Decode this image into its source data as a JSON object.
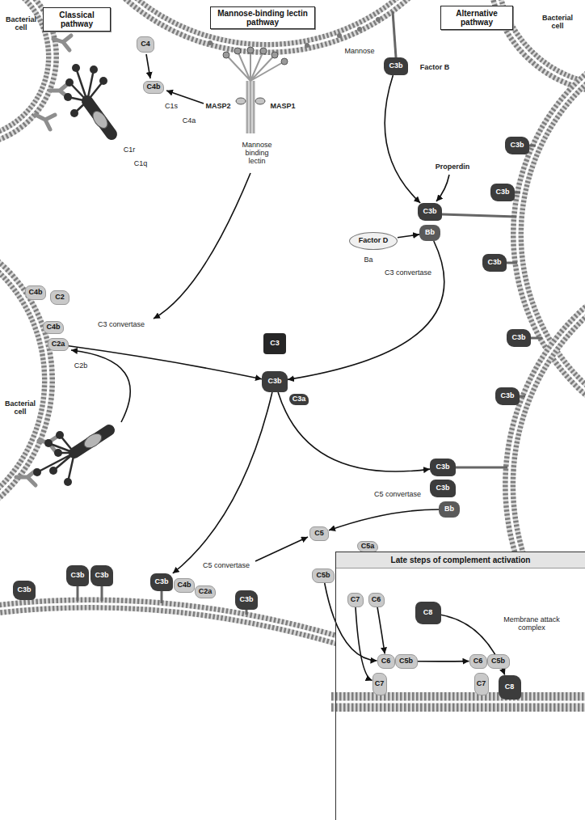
{
  "diagram": {
    "nodes": [
      {
        "text": [
          "Classical pathway"
        ]
      },
      {
        "text": [
          "Mannose-binding lectin pathway"
        ]
      },
      {
        "text": [
          "Alternative pathway"
        ]
      },
      {
        "text": [
          "C4"
        ]
      },
      {
        "text": [
          "C3b"
        ]
      },
      {
        "text": [
          "C4b"
        ]
      },
      {
        "text": [
          "C3b"
        ]
      },
      {
        "text": [
          "C3b"
        ]
      },
      {
        "text": [
          "C3b"
        ]
      },
      {
        "text": [
          "Bb"
        ]
      },
      {
        "text": [
          "Factor D"
        ]
      },
      {
        "text": [
          "C3b"
        ]
      },
      {
        "text": [
          "C4b"
        ]
      },
      {
        "text": [
          "C2"
        ]
      },
      {
        "text": [
          "C4b"
        ]
      },
      {
        "text": [
          "C2a"
        ]
      },
      {
        "text": [
          "C3"
        ]
      },
      {
        "text": [
          "C3b"
        ]
      },
      {
        "text": [
          "C3b"
        ]
      },
      {
        "text": [
          "C3a"
        ]
      },
      {
        "text": [
          "C3b"
        ]
      },
      {
        "text": [
          "C3b"
        ]
      },
      {
        "text": [
          "C3b"
        ]
      },
      {
        "text": [
          "Bb"
        ]
      },
      {
        "text": [
          "C5"
        ]
      },
      {
        "text": [
          "C5a"
        ]
      },
      {
        "text": [
          "C5b"
        ]
      },
      {
        "text": [
          "C3b"
        ]
      },
      {
        "text": [
          "C3b"
        ]
      },
      {
        "text": [
          "C3b"
        ]
      },
      {
        "text": [
          "C3b"
        ]
      },
      {
        "text": [
          "C4b"
        ]
      },
      {
        "text": [
          "C2a"
        ]
      },
      {
        "text": [
          "C3b"
        ]
      },
      {
        "text": [
          "Late steps of complement activation"
        ]
      },
      {
        "text": [
          "C7"
        ],
        "in": 34
      },
      {
        "text": [
          "C6"
        ],
        "in": 34
      },
      {
        "text": [
          "C8"
        ],
        "in": 34
      },
      {
        "text": [
          "C6"
        ],
        "in": 34
      },
      {
        "text": [
          "C5b"
        ],
        "in": 34
      },
      {
        "text": [
          "C7"
        ],
        "in": 34
      },
      {
        "text": [
          "C6"
        ],
        "in": 34
      },
      {
        "text": [
          "C5b"
        ],
        "in": 34
      },
      {
        "text": [
          "C7"
        ],
        "in": 34
      },
      {
        "text": [
          "C8"
        ],
        "in": 34
      }
    ],
    "edges": [
      {
        "from": 4,
        "to": 8,
        "arrow": "to"
      },
      {
        "from": 10,
        "to": 9,
        "arrow": "to"
      },
      {
        "from": 9,
        "to": 18,
        "arrow": "to"
      },
      {
        "from": 15,
        "to": 18,
        "arrow": "to"
      },
      {
        "from": 18,
        "to": 21,
        "arrow": "to"
      },
      {
        "from": 18,
        "to": 30,
        "arrow": "to"
      },
      {
        "from": 23,
        "to": 24,
        "arrow": "to"
      },
      {
        "from": 26,
        "to": 38,
        "arrow": "to"
      },
      {
        "from": 35,
        "to": 40,
        "arrow": "to"
      },
      {
        "from": 36,
        "to": 38,
        "arrow": "to"
      },
      {
        "from": 37,
        "to": 44,
        "arrow": "to"
      },
      {
        "from": 39,
        "to": 41,
        "arrow": "to"
      }
    ],
    "labels": [
      "Bacterial cell",
      "Bacterial cell",
      "C1s",
      "MASP2",
      "MASP1",
      "C4a",
      "Mannose",
      "Factor B",
      "C1r",
      "C1q",
      "Mannose binding lectin",
      "Properdin",
      "Ba",
      "C3 convertase",
      "C3 convertase",
      "C2b",
      "Bacterial cell",
      "C5 convertase",
      "C5 convertase",
      "Membrane attack complex"
    ]
  }
}
